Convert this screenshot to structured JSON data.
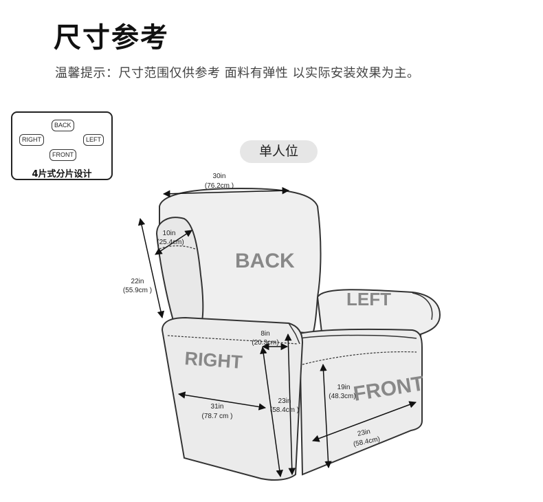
{
  "header": {
    "title": "尺寸参考",
    "tip": "温馨提示：尺寸范围仅供参考 面料有弹性 以实际安装效果为主。"
  },
  "legend": {
    "back": "BACK",
    "right": "RIGHT",
    "left": "LEFT",
    "front": "FRONT",
    "caption": "4片式分片设计"
  },
  "badge": "单人位",
  "panels": {
    "back": "BACK",
    "left": "LEFT",
    "right": "RIGHT",
    "front": "FRONT"
  },
  "dimensions": {
    "width_in": "30in",
    "width_cm": "(76.2cm )",
    "arm_top_in": "10in",
    "arm_top_cm": "(25.4cm)",
    "back_height_in": "22in",
    "back_height_cm": "(55.9cm )",
    "arm_width_in": "8in",
    "arm_width_cm": "(20.3cm)",
    "side_depth_in": "31in",
    "side_depth_cm": "(78.7 cm )",
    "side_height_in": "23in",
    "side_height_cm": "(58.4cm )",
    "front_height_in": "19in",
    "front_height_cm": "(48.3cm)",
    "front_width_in": "23in",
    "front_width_cm": "(58.4cm)"
  }
}
